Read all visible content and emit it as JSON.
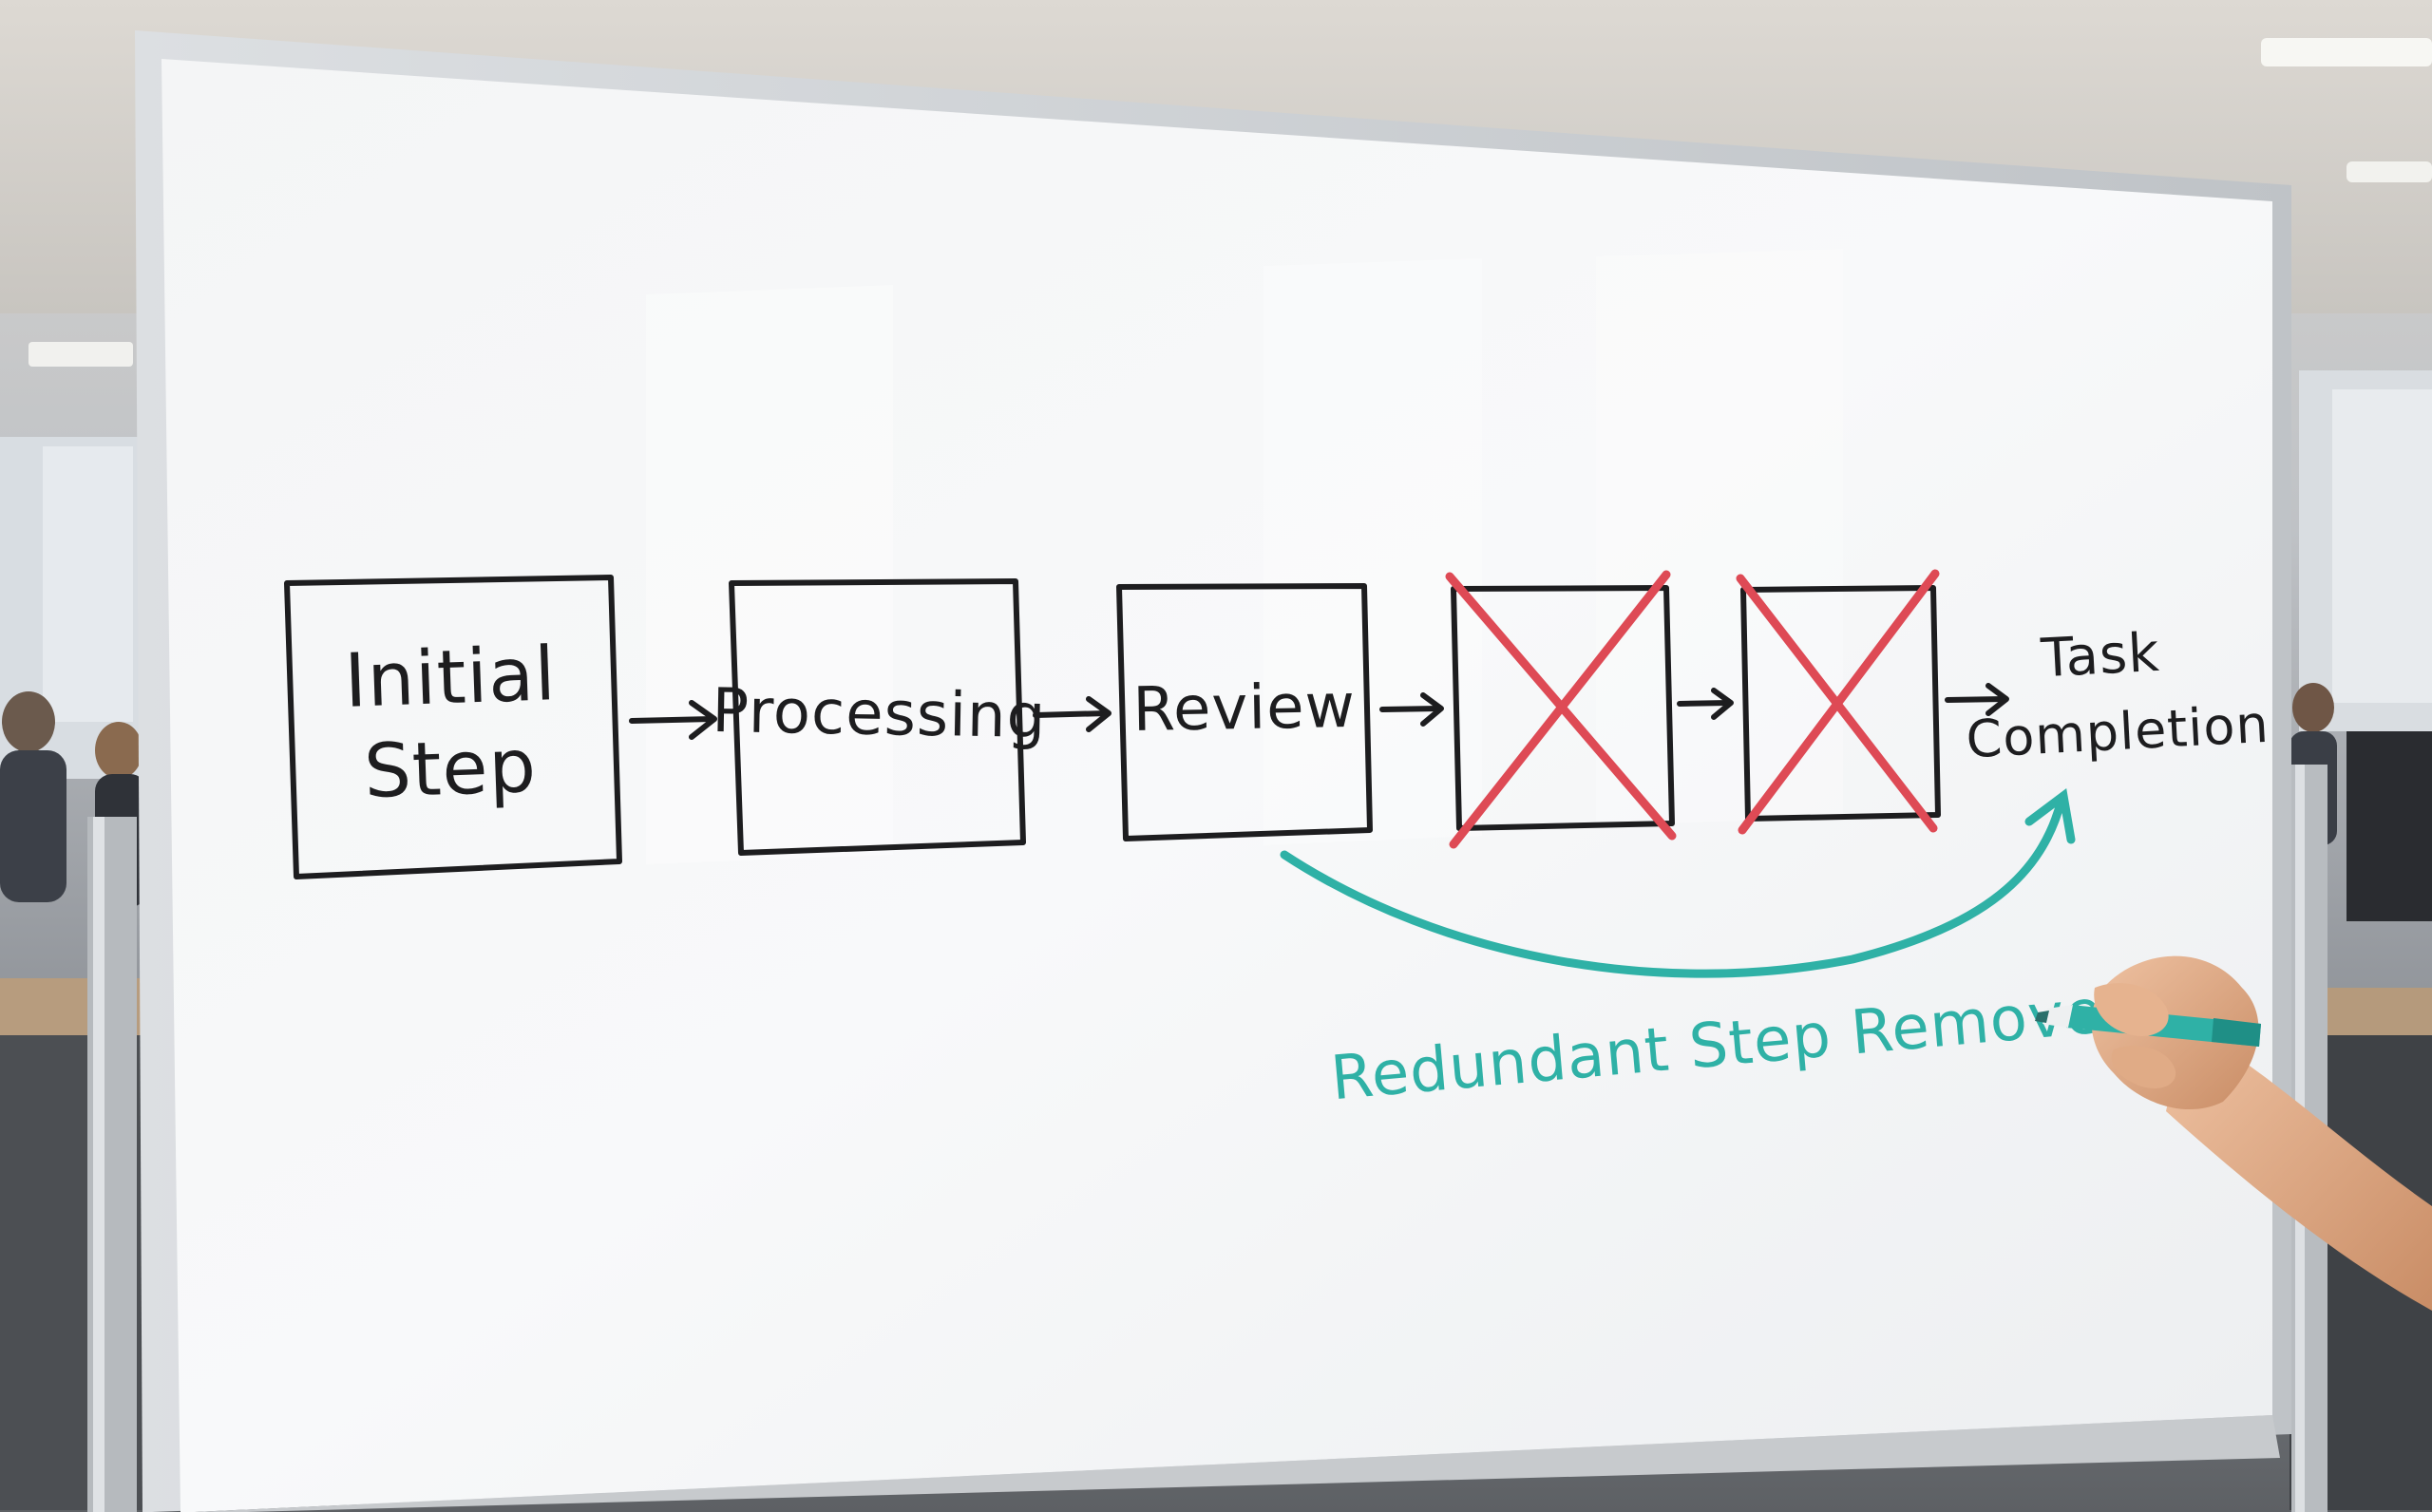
{
  "colors": {
    "ink_black": "#1d1d1f",
    "ink_red": "#de4a55",
    "ink_teal": "#2fb1a6",
    "board_white": "#f6f7f8",
    "frame_silver": "#c9ccd0",
    "office_background": "#8f9296"
  },
  "whiteboard": {
    "flow_steps": [
      {
        "line1": "Initial",
        "line2": "Step"
      },
      {
        "line1": "Processing"
      },
      {
        "line1": "Review"
      },
      {
        "crossed_out": true
      },
      {
        "crossed_out": true
      }
    ],
    "final_step": {
      "line1": "Task",
      "line2": "Completion"
    },
    "annotation": "Redundant Step Removed"
  },
  "icons": [
    "right-arrow-icon",
    "cross-out-icon",
    "curved-bypass-arrow-icon"
  ]
}
